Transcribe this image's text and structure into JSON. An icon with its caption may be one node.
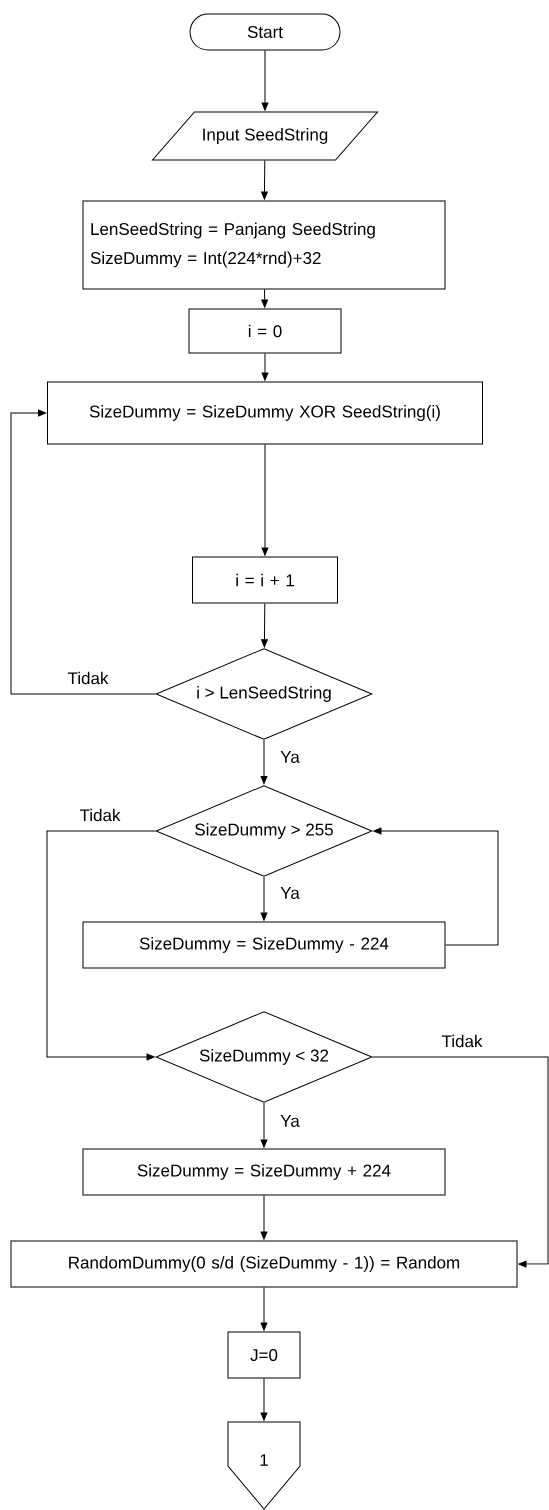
{
  "diagram": {
    "nodes": [
      {
        "text": [
          "Start"
        ]
      },
      {
        "text": [
          "Input SeedString"
        ]
      },
      {
        "text": [
          "LenSeedString = Panjang SeedString",
          "SizeDummy = Int(224*rnd)+32"
        ]
      },
      {
        "text": [
          "i = 0"
        ]
      },
      {
        "text": [
          "SizeDummy = SizeDummy XOR SeedString(i)"
        ]
      },
      {
        "text": [
          "i = i + 1"
        ]
      },
      {
        "text": [
          "i > LenSeedString"
        ]
      },
      {
        "text": [
          "SizeDummy > 255"
        ]
      },
      {
        "text": [
          "SizeDummy = SizeDummy - 224"
        ]
      },
      {
        "text": [
          "SizeDummy < 32"
        ]
      },
      {
        "text": [
          "SizeDummy = SizeDummy + 224"
        ]
      },
      {
        "text": [
          "RandomDummy(0 s/d (SizeDummy - 1)) = Random"
        ]
      },
      {
        "text": [
          "J=0"
        ]
      },
      {
        "text": [
          "1"
        ]
      }
    ],
    "edges": [
      {
        "from": 0,
        "to": 1,
        "arrow": "to"
      },
      {
        "from": 1,
        "to": 2,
        "arrow": "to"
      },
      {
        "from": 2,
        "to": 3,
        "arrow": "to"
      },
      {
        "from": 3,
        "to": 4,
        "arrow": "to"
      },
      {
        "from": 4,
        "to": 5,
        "arrow": "to"
      },
      {
        "from": 5,
        "to": 6,
        "arrow": "to"
      },
      {
        "from": 6,
        "to": 4,
        "arrow": "to",
        "label": "Tidak"
      },
      {
        "from": 6,
        "to": 7,
        "arrow": "to",
        "label": "Ya"
      },
      {
        "from": 7,
        "to": 8,
        "arrow": "to",
        "label": "Ya"
      },
      {
        "from": 8,
        "to": 7,
        "arrow": "to"
      },
      {
        "from": 7,
        "to": 9,
        "arrow": "to",
        "label": "Tidak"
      },
      {
        "from": 9,
        "to": 10,
        "arrow": "to",
        "label": "Ya"
      },
      {
        "from": 9,
        "to": 11,
        "arrow": "to",
        "label": "Tidak"
      },
      {
        "from": 10,
        "to": 11,
        "arrow": "to"
      },
      {
        "from": 11,
        "to": 12,
        "arrow": "to"
      },
      {
        "from": 12,
        "to": 13,
        "arrow": "to"
      }
    ]
  }
}
